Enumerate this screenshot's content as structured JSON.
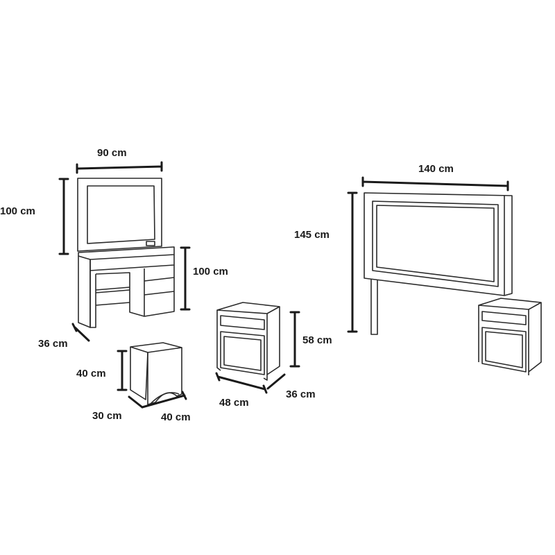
{
  "dimensions": {
    "vanity_width": "90 cm",
    "vanity_mirror_height": "100 cm",
    "vanity_height": "100 cm",
    "vanity_depth": "36 cm",
    "stool_height": "40 cm",
    "stool_depth": "30 cm",
    "stool_width": "40 cm",
    "nightstand_height": "58 cm",
    "nightstand_width": "48 cm",
    "nightstand_depth": "36 cm",
    "headboard_width": "140 cm",
    "headboard_height": "145 cm"
  }
}
